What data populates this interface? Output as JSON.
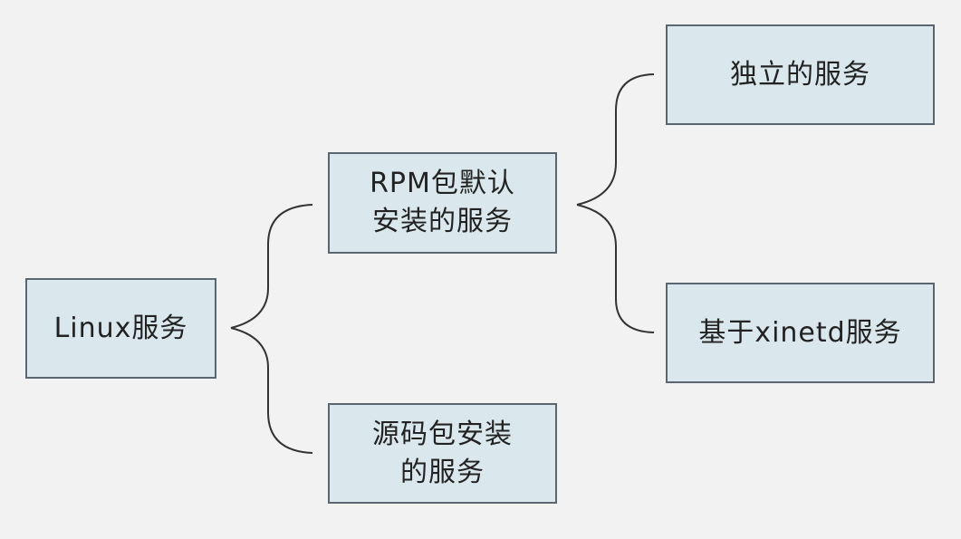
{
  "nodes": {
    "root": "Linux服务",
    "rpm_line1": "RPM包默认",
    "rpm_line2": "安装的服务",
    "source_line1": "源码包安装",
    "source_line2": "的服务",
    "standalone": "独立的服务",
    "xinetd": "基于xinetd服务"
  },
  "colors": {
    "node_fill": "#dae8ed",
    "node_border": "#5c6670",
    "connector": "#333333",
    "background": "#f2f2f2"
  }
}
